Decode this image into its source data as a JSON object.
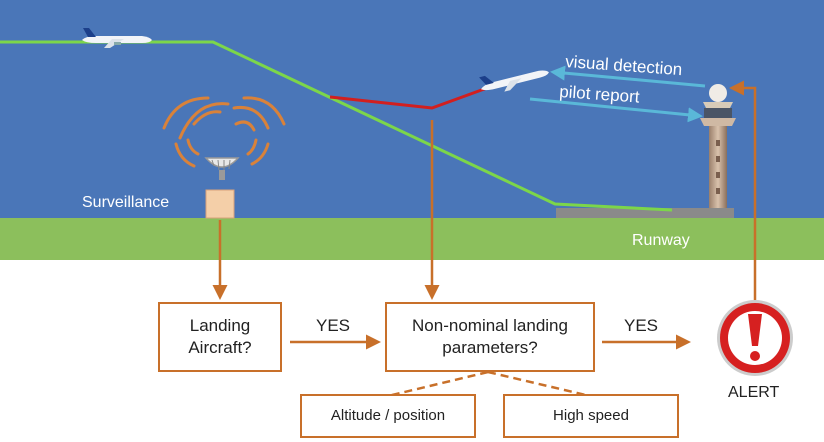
{
  "labels": {
    "visual_detection": "visual detection",
    "pilot_report": "pilot report",
    "surveillance": "Surveillance",
    "runway": "Runway"
  },
  "flow": {
    "landing_line1": "Landing",
    "landing_line2": "Aircraft?",
    "yes1": "YES",
    "nonnominal_line1": "Non-nominal landing",
    "nonnominal_line2": "parameters?",
    "yes2": "YES",
    "alert": "ALERT",
    "altitude": "Altitude / position",
    "speed": "High speed"
  },
  "colors": {
    "sky": "#4a76b8",
    "ground": "#8cbf5c",
    "flight_path": "#7cd64a",
    "deviation": "#d21f1f",
    "flow_orange": "#c8702a",
    "arrow_cyan": "#5ab8d8",
    "alert_red": "#d62020"
  },
  "icons": [
    "airplane-icon",
    "radar-dish-icon",
    "control-tower-icon",
    "alert-sign-icon"
  ]
}
